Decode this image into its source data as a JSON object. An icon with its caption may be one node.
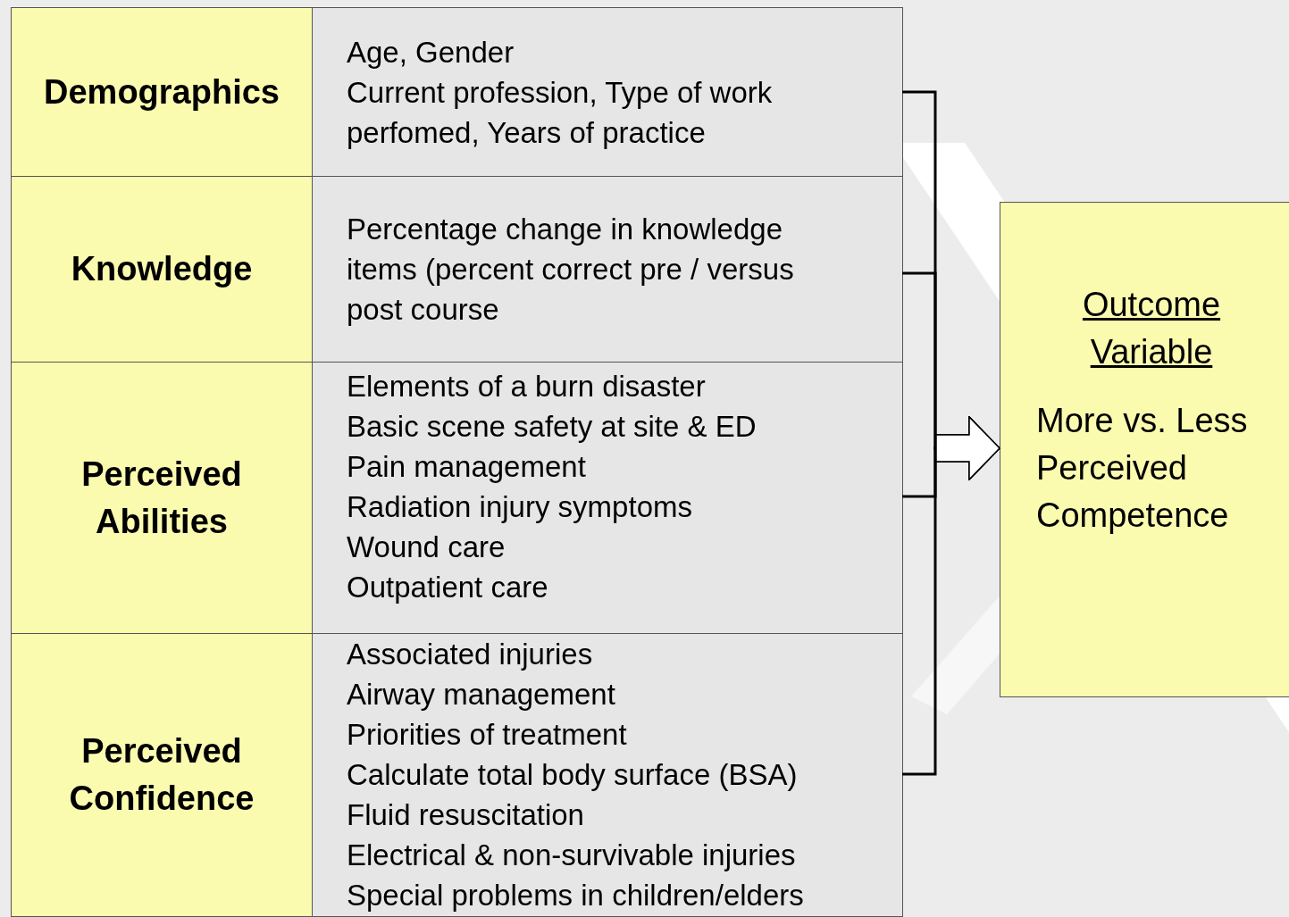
{
  "diagram": {
    "nodes": [
      {
        "text": [
          "Demographics"
        ]
      },
      {
        "text": [
          "Age, Gender",
          "Current profession, Type of work perfomed, Years of practice"
        ]
      },
      {
        "text": [
          "Knowledge"
        ]
      },
      {
        "text": [
          "Percentage change in knowledge items (percent correct pre / versus post course"
        ]
      },
      {
        "text": [
          "Perceived Abilities"
        ]
      },
      {
        "text": [
          "Elements of a burn disaster",
          "Basic scene safety at site & ED",
          "Pain management",
          "Radiation injury symptoms",
          "Wound care",
          "Outpatient care"
        ]
      },
      {
        "text": [
          "Perceived Confidence"
        ]
      },
      {
        "text": [
          "Associated injuries",
          "Airway management",
          "Priorities of treatment",
          "Calculate total body surface (BSA)",
          "Fluid resuscitation",
          "Electrical & non-survivable injuries",
          "Special problems in children/elders"
        ]
      },
      {
        "text": [
          "Outcome Variable",
          "More vs. Less Perceived Competence"
        ]
      }
    ],
    "edges": [
      {
        "from": 1,
        "to": 8,
        "arrow": "to"
      },
      {
        "from": 3,
        "to": 8,
        "arrow": "to"
      },
      {
        "from": 5,
        "to": 8,
        "arrow": "to"
      },
      {
        "from": 7,
        "to": 8,
        "arrow": "to"
      }
    ]
  }
}
